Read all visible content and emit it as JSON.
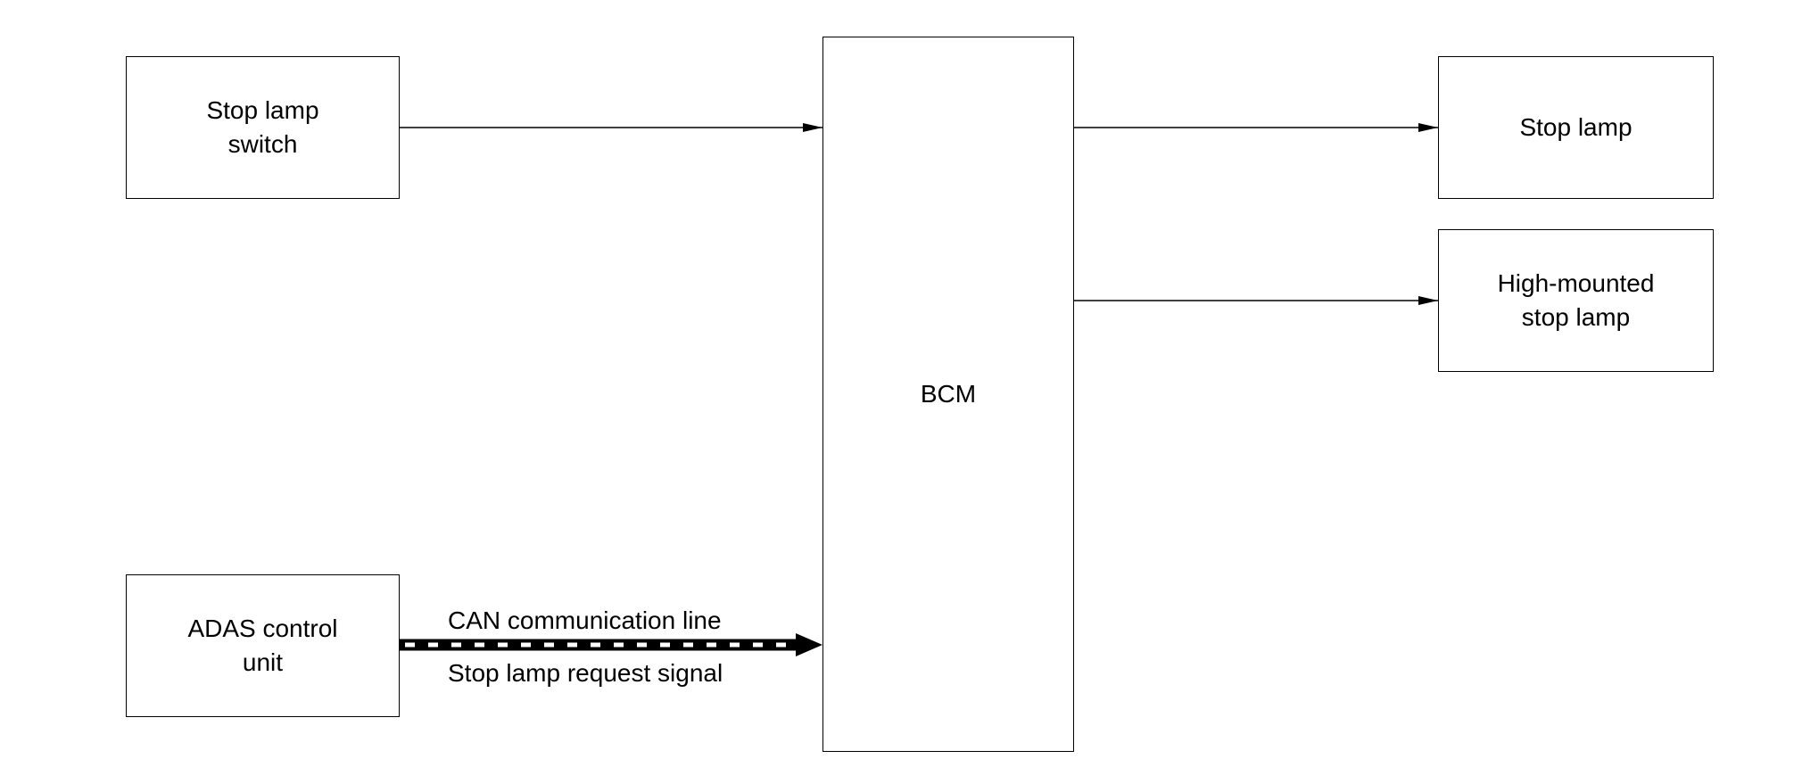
{
  "blocks": {
    "stop_lamp_switch": "Stop lamp\nswitch",
    "adas_control_unit": "ADAS control\nunit",
    "bcm": "BCM",
    "stop_lamp": "Stop lamp",
    "high_mounted_stop_lamp": "High-mounted\nstop lamp"
  },
  "connections": {
    "can_line_label": "CAN communication line",
    "signal_label": "Stop lamp request signal"
  },
  "colors": {
    "line": "#000000",
    "background": "#ffffff"
  }
}
